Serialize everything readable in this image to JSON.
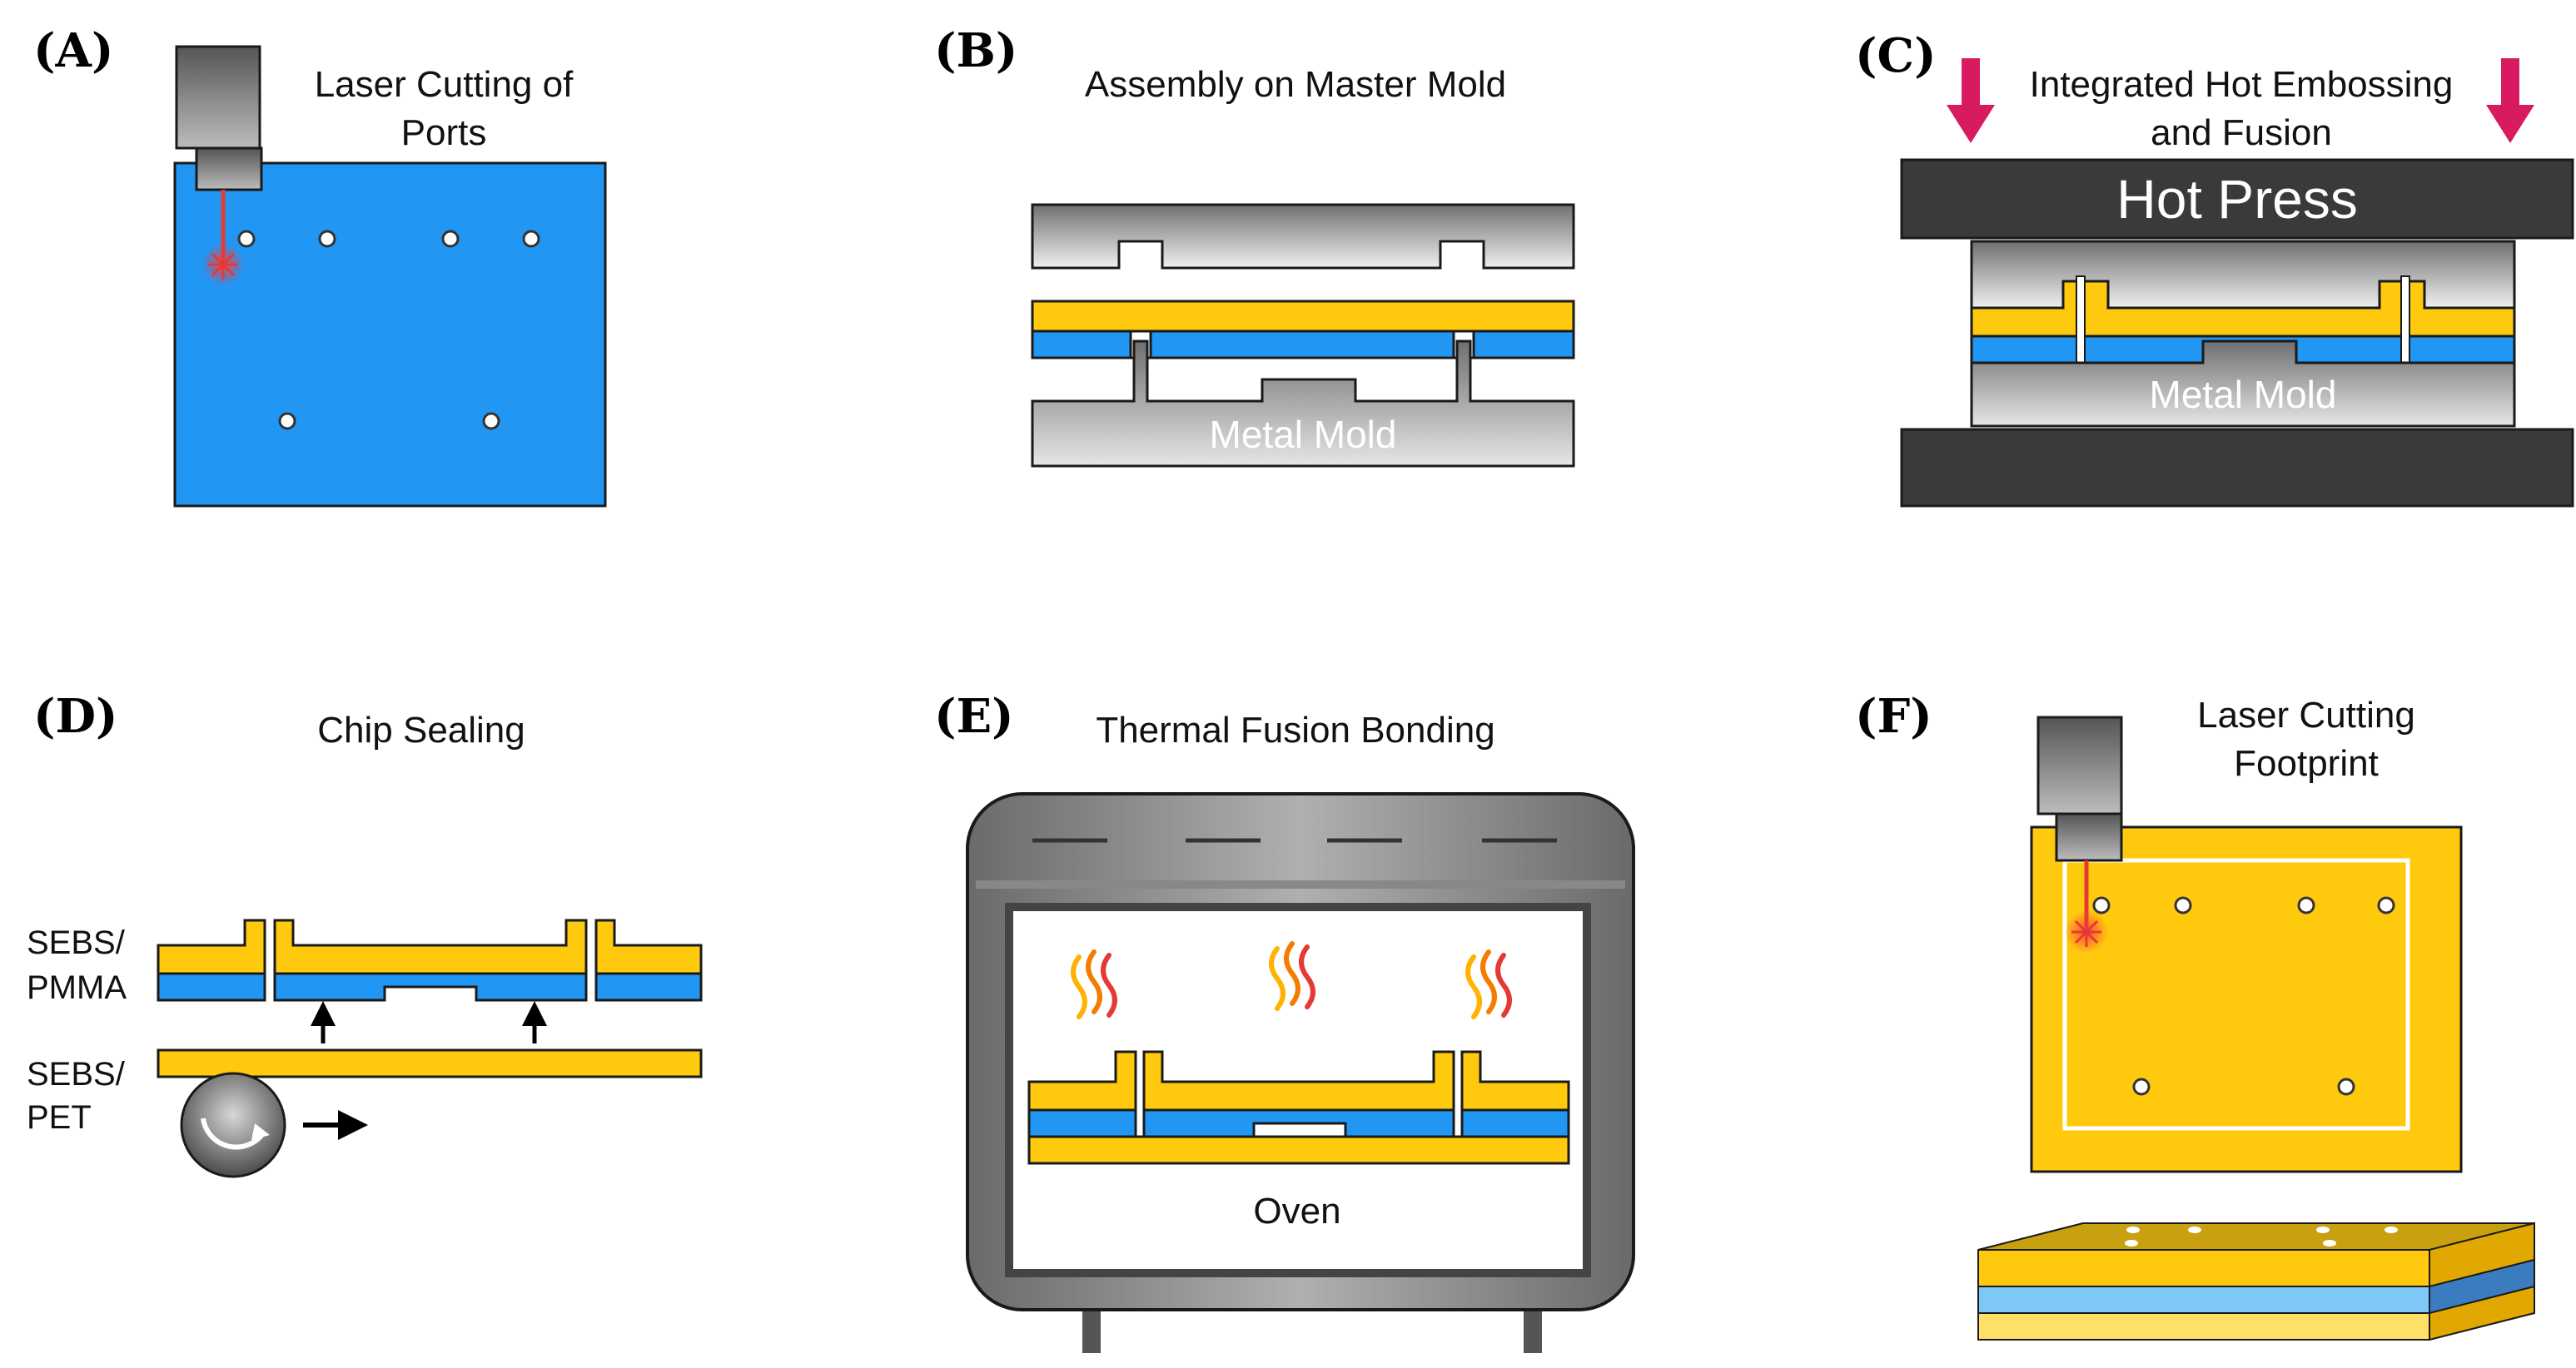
{
  "colors": {
    "blue": "#2196F3",
    "yellow": "#FFC90E",
    "dark_press": "#3a3a3a",
    "arrow_pink": "#D81B60",
    "laser_red": "#E53935"
  },
  "panels": {
    "a": {
      "letter": "(A)",
      "title_line1": "Laser Cutting of",
      "title_line2": "Ports"
    },
    "b": {
      "letter": "(B)",
      "title": "Assembly on Master Mold",
      "mold_label": "Metal Mold"
    },
    "c": {
      "letter": "(C)",
      "title_line1": "Integrated Hot Embossing",
      "title_line2": "and Fusion",
      "press_label": "Hot Press",
      "mold_label": "Metal Mold"
    },
    "d": {
      "letter": "(D)",
      "title": "Chip Sealing",
      "top_label_1": "SEBS/",
      "top_label_2": "PMMA",
      "bottom_label_1": "SEBS/",
      "bottom_label_2": "PET"
    },
    "e": {
      "letter": "(E)",
      "title": "Thermal Fusion Bonding",
      "oven_label": "Oven"
    },
    "f": {
      "letter": "(F)",
      "title_line1": "Laser Cutting",
      "title_line2": "Footprint"
    }
  }
}
